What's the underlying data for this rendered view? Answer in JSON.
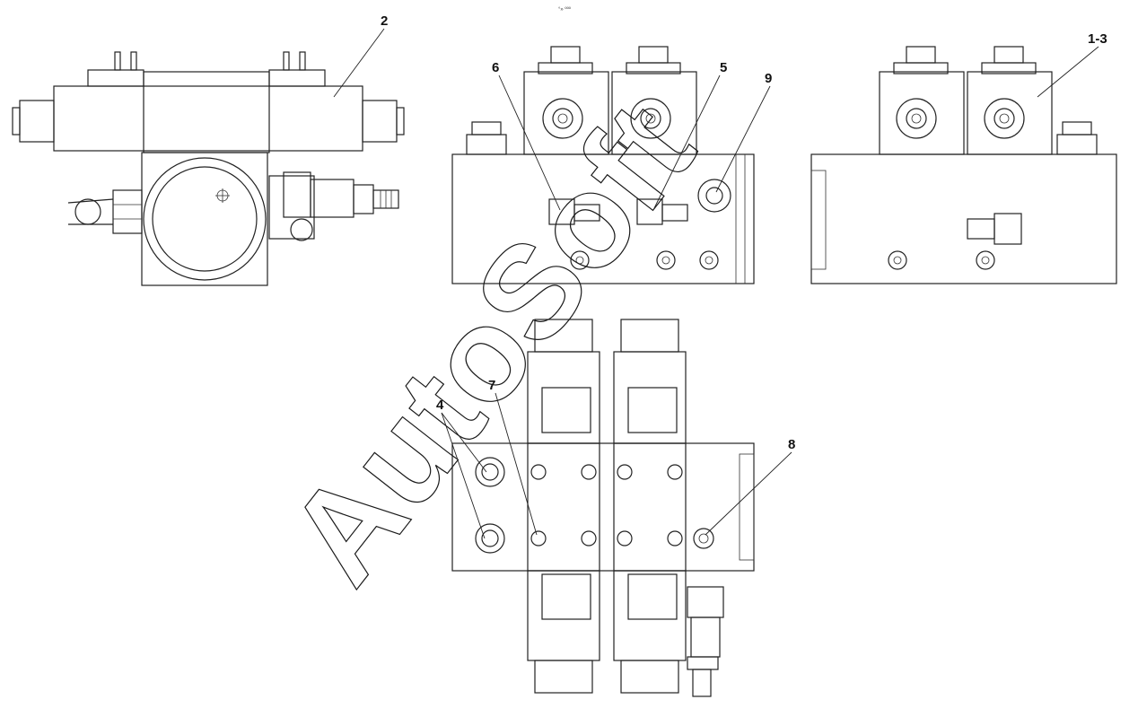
{
  "header_mark": "°» ººº",
  "watermark": "AutoSoft",
  "callouts": {
    "c2": "2",
    "c6": "6",
    "c5": "5",
    "c9": "9",
    "c13": "1-3",
    "c4": "4",
    "c7": "7",
    "c8": "8"
  }
}
